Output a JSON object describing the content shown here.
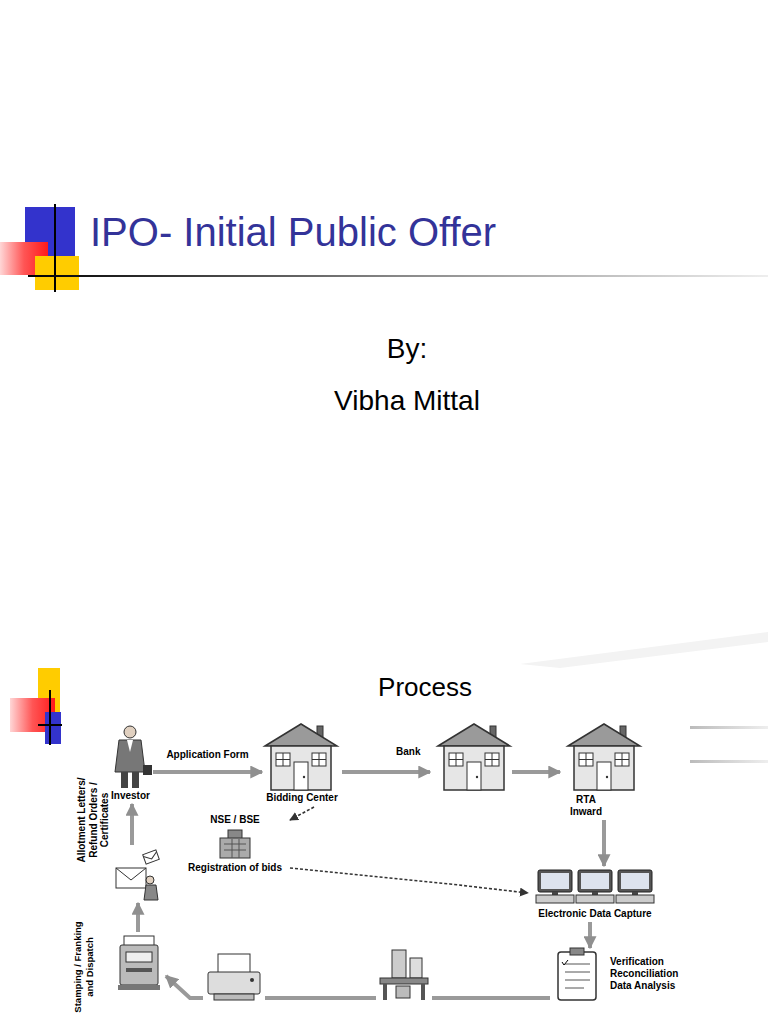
{
  "diagram": {
    "title": "IPO- Initial Public Offer",
    "nodes": [
      {
        "text": [
          "Investor"
        ]
      },
      {
        "text": [
          "Bidding Center"
        ]
      },
      {
        "text": [
          "Bank"
        ]
      },
      {
        "text": [
          "RTA Inward"
        ]
      },
      {
        "text": [
          "NSE / BSE",
          "Registration of bids"
        ]
      },
      {
        "text": [
          "Electronic Data Capture"
        ]
      },
      {
        "text": [
          "Verification Reconciliation Data Analysis"
        ]
      },
      {
        "text": [
          "Stamping / Franking and Dispatch"
        ]
      },
      {
        "text": [
          "Allotment Letters/ Refund Orders / Certificates"
        ]
      }
    ],
    "edges": [
      {
        "from": 0,
        "to": 1,
        "label": "Application Form",
        "arrow": "to"
      },
      {
        "from": 1,
        "to": 2,
        "arrow": "to"
      },
      {
        "from": 2,
        "to": 3,
        "arrow": "to"
      },
      {
        "from": 1,
        "to": 4,
        "arrow": "to"
      },
      {
        "from": 4,
        "to": 5,
        "arrow": "to"
      },
      {
        "from": 3,
        "to": 5,
        "arrow": "to"
      },
      {
        "from": 5,
        "to": 6,
        "arrow": "to"
      },
      {
        "from": 6,
        "to": 7,
        "arrow": "to"
      },
      {
        "from": 7,
        "to": 8,
        "arrow": "to"
      },
      {
        "from": 8,
        "to": 0,
        "arrow": "to"
      }
    ],
    "labels": [
      "By:",
      "Vibha Mittal",
      "Process"
    ]
  }
}
